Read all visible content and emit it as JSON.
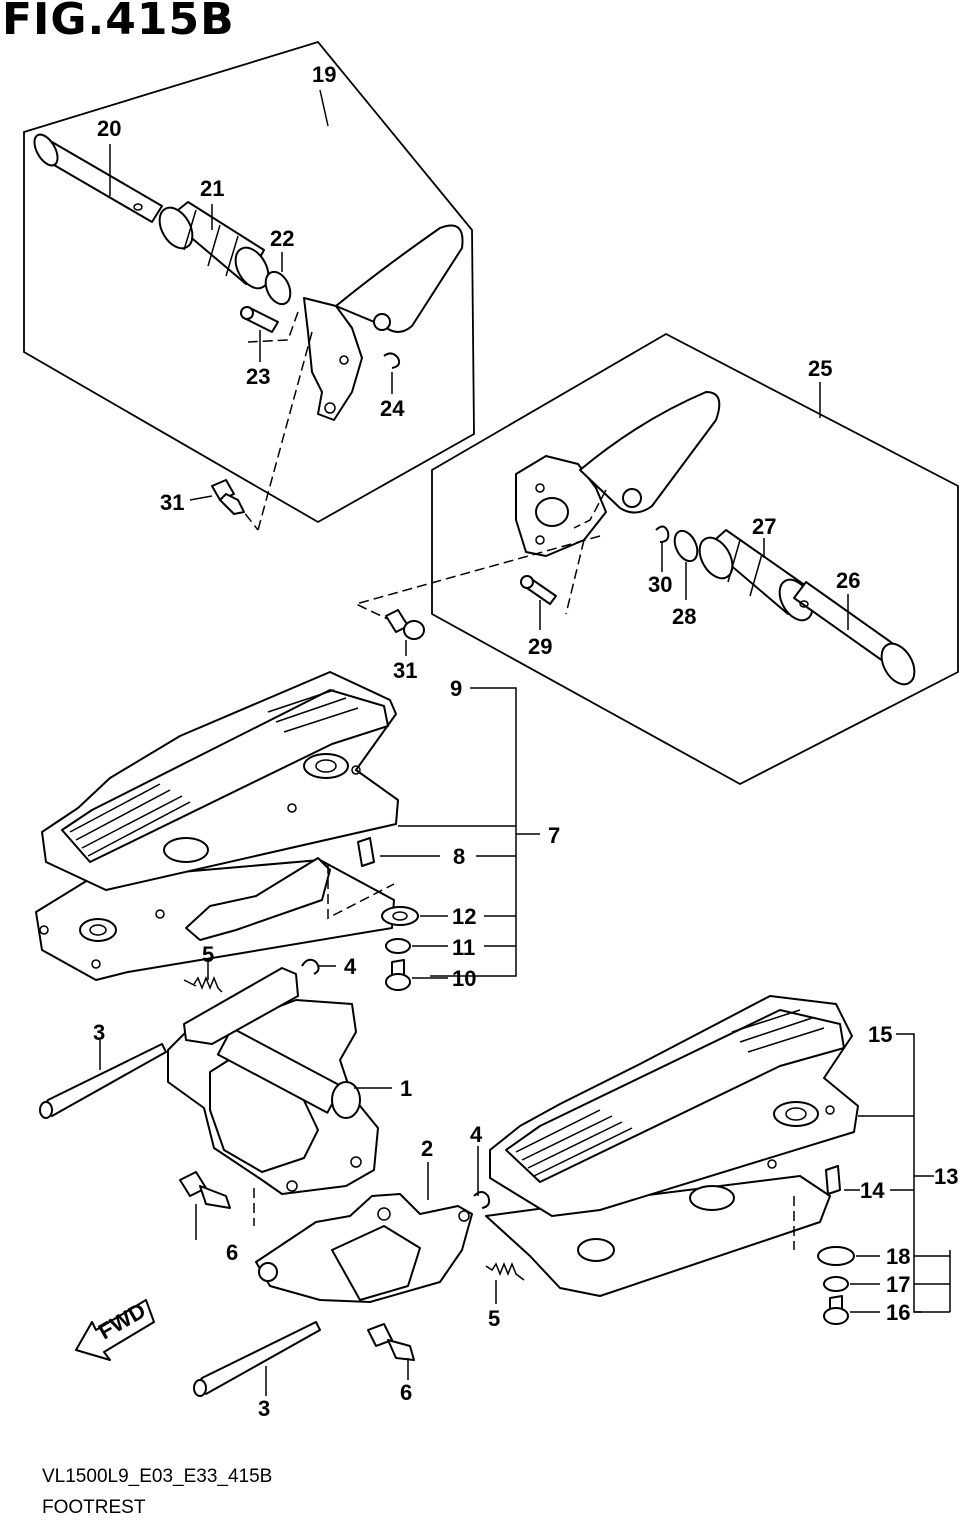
{
  "figure": {
    "title": "FIG.415B",
    "code": "VL1500L9_E03_E33_415B",
    "name": "FOOTREST",
    "fwd_label": "FWD"
  },
  "callouts": [
    {
      "id": "c19",
      "text": "19"
    },
    {
      "id": "c20",
      "text": "20"
    },
    {
      "id": "c21",
      "text": "21"
    },
    {
      "id": "c22",
      "text": "22"
    },
    {
      "id": "c23",
      "text": "23"
    },
    {
      "id": "c24",
      "text": "24"
    },
    {
      "id": "c31a",
      "text": "31"
    },
    {
      "id": "c25",
      "text": "25"
    },
    {
      "id": "c27",
      "text": "27"
    },
    {
      "id": "c26",
      "text": "26"
    },
    {
      "id": "c30",
      "text": "30"
    },
    {
      "id": "c28",
      "text": "28"
    },
    {
      "id": "c29",
      "text": "29"
    },
    {
      "id": "c31b",
      "text": "31"
    },
    {
      "id": "c9",
      "text": "9"
    },
    {
      "id": "c7",
      "text": "7"
    },
    {
      "id": "c8",
      "text": "8"
    },
    {
      "id": "c12",
      "text": "12"
    },
    {
      "id": "c11",
      "text": "11"
    },
    {
      "id": "c10",
      "text": "10"
    },
    {
      "id": "c5a",
      "text": "5"
    },
    {
      "id": "c4a",
      "text": "4"
    },
    {
      "id": "c3a",
      "text": "3"
    },
    {
      "id": "c1",
      "text": "1"
    },
    {
      "id": "c2",
      "text": "2"
    },
    {
      "id": "c4b",
      "text": "4"
    },
    {
      "id": "c6a",
      "text": "6"
    },
    {
      "id": "c5b",
      "text": "5"
    },
    {
      "id": "c6b",
      "text": "6"
    },
    {
      "id": "c3b",
      "text": "3"
    },
    {
      "id": "c15",
      "text": "15"
    },
    {
      "id": "c13",
      "text": "13"
    },
    {
      "id": "c14",
      "text": "14"
    },
    {
      "id": "c18",
      "text": "18"
    },
    {
      "id": "c17",
      "text": "17"
    },
    {
      "id": "c16",
      "text": "16"
    }
  ]
}
